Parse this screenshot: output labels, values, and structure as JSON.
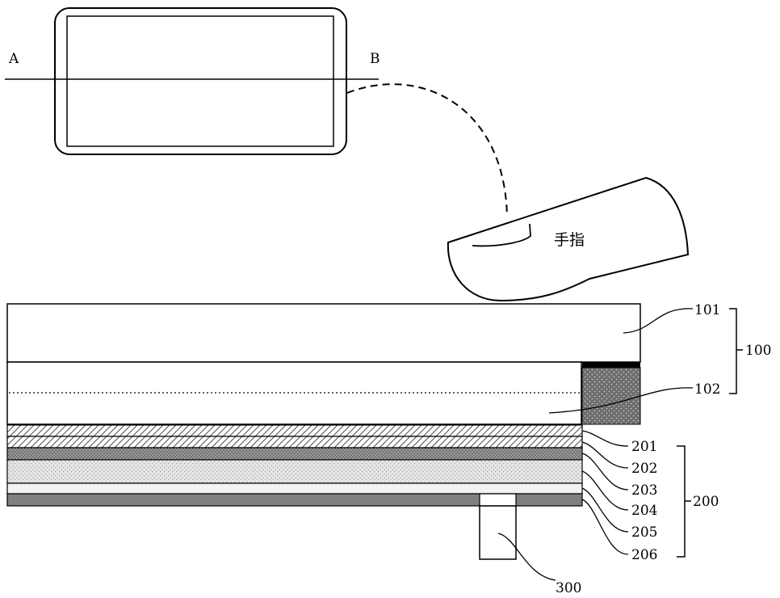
{
  "section_labels": {
    "a": "A",
    "b": "B"
  },
  "finger_label": "手指",
  "layers": {
    "l101": "101",
    "l102": "102",
    "l201": "201",
    "l202": "202",
    "l203": "203",
    "l204": "204",
    "l205": "205",
    "l206": "206",
    "l300": "300"
  },
  "groups": {
    "g100": "100",
    "g200": "200"
  },
  "colors": {
    "stroke": "#000000",
    "layer_dark": "#808080",
    "layer_black": "#000000",
    "stipple_bg": "#dcdcdc",
    "block_fill": "#707070",
    "mid_gray": "#7f7f7f"
  }
}
